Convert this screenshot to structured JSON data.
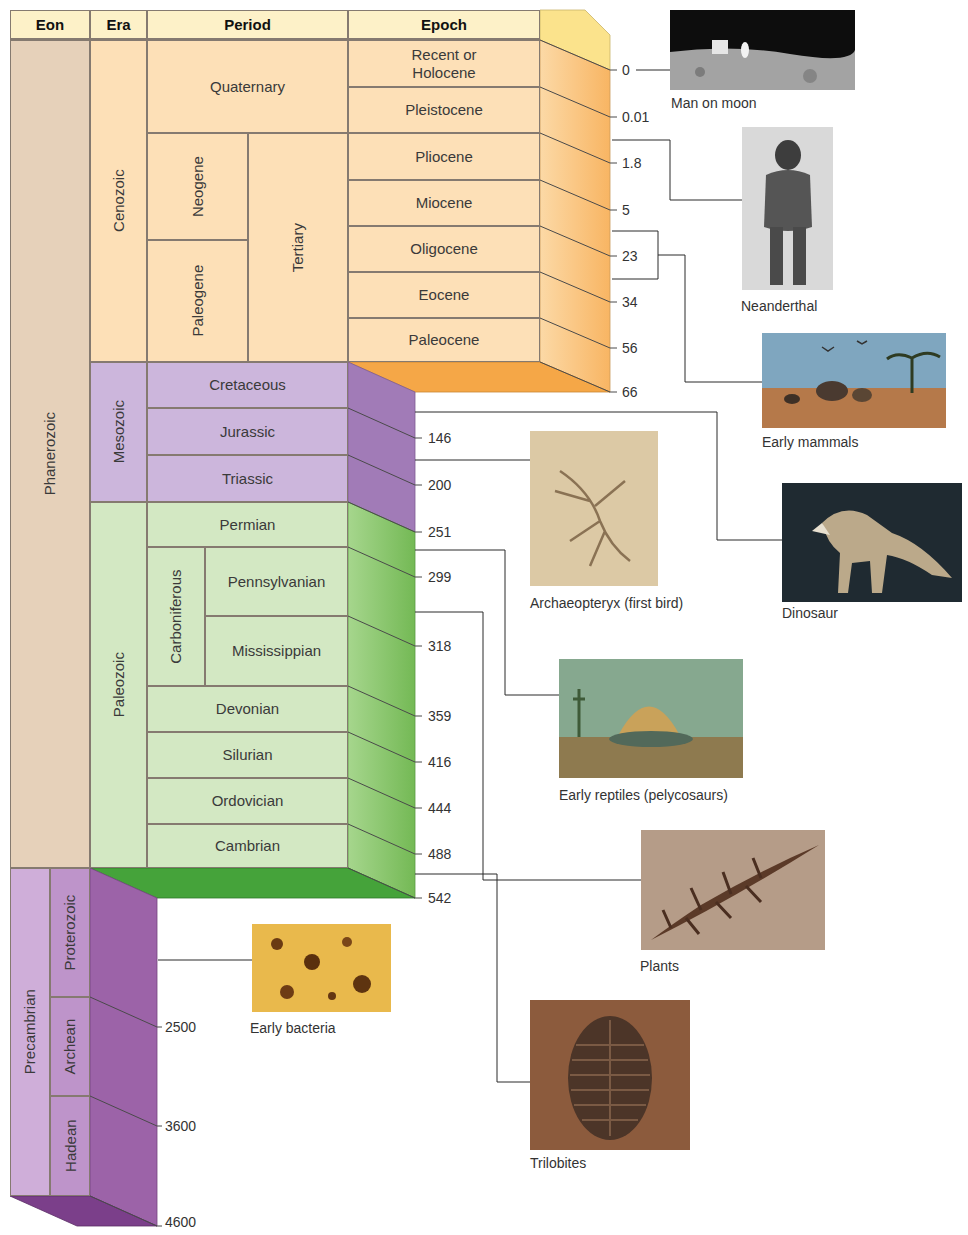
{
  "diagram": {
    "nodes": [
      {
        "text": [
          "Eon"
        ]
      },
      {
        "text": [
          "Era"
        ]
      },
      {
        "text": [
          "Period"
        ]
      },
      {
        "text": [
          "Epoch"
        ]
      },
      {
        "text": [
          "Phanerozoic"
        ]
      },
      {
        "text": [
          "Cenozoic"
        ]
      },
      {
        "text": [
          "Quaternary"
        ]
      },
      {
        "text": [
          "Neogene"
        ]
      },
      {
        "text": [
          "Paleogene"
        ]
      },
      {
        "text": [
          "Tertiary"
        ]
      },
      {
        "text": [
          "Recent or Holocene"
        ]
      },
      {
        "text": [
          "Pleistocene"
        ]
      },
      {
        "text": [
          "Pliocene"
        ]
      },
      {
        "text": [
          "Miocene"
        ]
      },
      {
        "text": [
          "Oligocene"
        ]
      },
      {
        "text": [
          "Eocene"
        ]
      },
      {
        "text": [
          "Paleocene"
        ]
      },
      {
        "text": [
          "Mesozoic"
        ]
      },
      {
        "text": [
          "Cretaceous"
        ]
      },
      {
        "text": [
          "Jurassic"
        ]
      },
      {
        "text": [
          "Triassic"
        ]
      },
      {
        "text": [
          "Paleozoic"
        ]
      },
      {
        "text": [
          "Permian"
        ]
      },
      {
        "text": [
          "Carboniferous"
        ]
      },
      {
        "text": [
          "Pennsylvanian"
        ]
      },
      {
        "text": [
          "Mississippian"
        ]
      },
      {
        "text": [
          "Devonian"
        ]
      },
      {
        "text": [
          "Silurian"
        ]
      },
      {
        "text": [
          "Ordovician"
        ]
      },
      {
        "text": [
          "Cambrian"
        ]
      },
      {
        "text": [
          "Precambrian"
        ]
      },
      {
        "text": [
          "Proterozoic"
        ]
      },
      {
        "text": [
          "Archean"
        ]
      },
      {
        "text": [
          "Hadean"
        ]
      }
    ],
    "labels": [
      "0",
      "0.01",
      "1.8",
      "5",
      "23",
      "34",
      "56",
      "66",
      "146",
      "200",
      "251",
      "299",
      "318",
      "359",
      "416",
      "444",
      "488",
      "542",
      "2500",
      "3600",
      "4600",
      "Man on moon",
      "Neanderthal",
      "Early mammals",
      "Dinosaur",
      "Archaeopteryx (first bird)",
      "Early reptiles (pelycosaurs)",
      "Plants",
      "Trilobites",
      "Early bacteria"
    ]
  }
}
